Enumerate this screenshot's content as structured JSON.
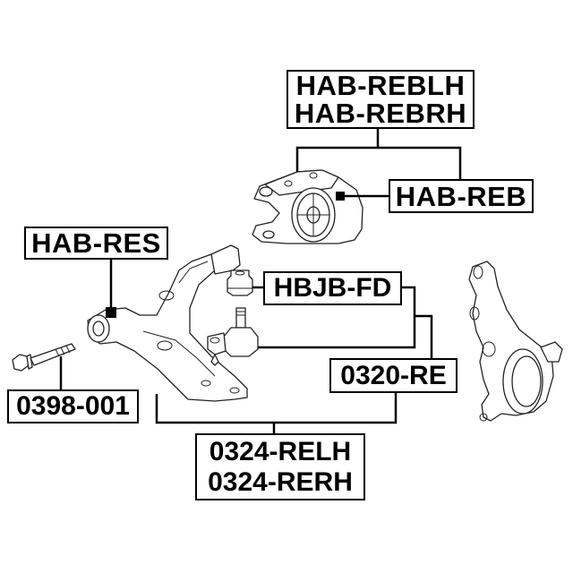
{
  "diagram": {
    "type": "parts-callout-diagram",
    "subject": "front suspension lower control arm assembly",
    "labels": {
      "bushing_rear_top": {
        "lines": [
          "HAB-REBLH",
          "HAB-REBRH"
        ]
      },
      "bushing_rear": {
        "lines": [
          "HAB-REB"
        ]
      },
      "bushing_front": {
        "lines": [
          "HAB-RES"
        ]
      },
      "ball_joint_boot": {
        "lines": [
          "HBJB-FD"
        ]
      },
      "ball_joint": {
        "lines": [
          "0320-RE"
        ]
      },
      "bolt": {
        "lines": [
          "0398-001"
        ]
      },
      "control_arm": {
        "lines": [
          "0324-RELH",
          "0324-RERH"
        ]
      }
    },
    "parts": [
      "rear-bushing-bracket",
      "lower-control-arm",
      "ball-joint-boot",
      "ball-joint",
      "mounting-bolt",
      "steering-knuckle"
    ],
    "colors": {
      "line": "#000000",
      "background": "#ffffff",
      "drawing": "#222222"
    }
  }
}
